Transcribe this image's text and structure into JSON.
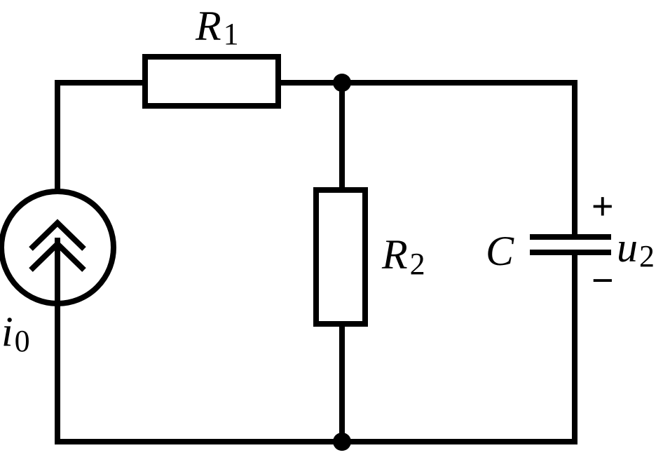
{
  "diagram": {
    "components": {
      "r1": {
        "symbol": "R",
        "subscript": "1"
      },
      "r2": {
        "symbol": "R",
        "subscript": "2"
      },
      "capacitor": {
        "symbol": "C"
      },
      "source": {
        "symbol": "i",
        "subscript": "0"
      }
    },
    "voltage": {
      "symbol": "u",
      "subscript": "2",
      "plus": "+",
      "minus": "−"
    }
  }
}
